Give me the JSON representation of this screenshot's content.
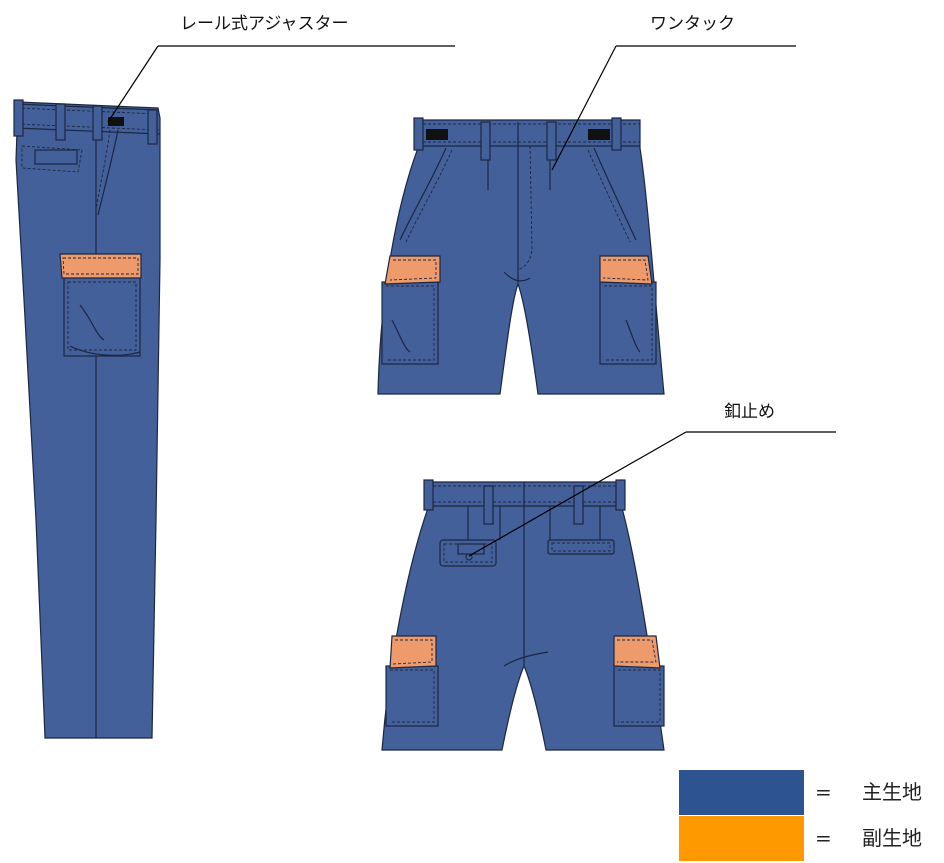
{
  "callouts": {
    "adjuster": "レール式アジャスター",
    "tuck": "ワンタック",
    "button": "釦止め"
  },
  "legend": {
    "items": [
      {
        "eq": "=",
        "text": "主生地",
        "color": "#2e5391"
      },
      {
        "eq": "=",
        "text": "副生地",
        "color": "#ff9900"
      }
    ]
  },
  "colors": {
    "main_fabric": "#43609a",
    "sub_fabric": "#ee9a6b",
    "outline": "#1c2741",
    "adjuster_tab": "#111111"
  }
}
